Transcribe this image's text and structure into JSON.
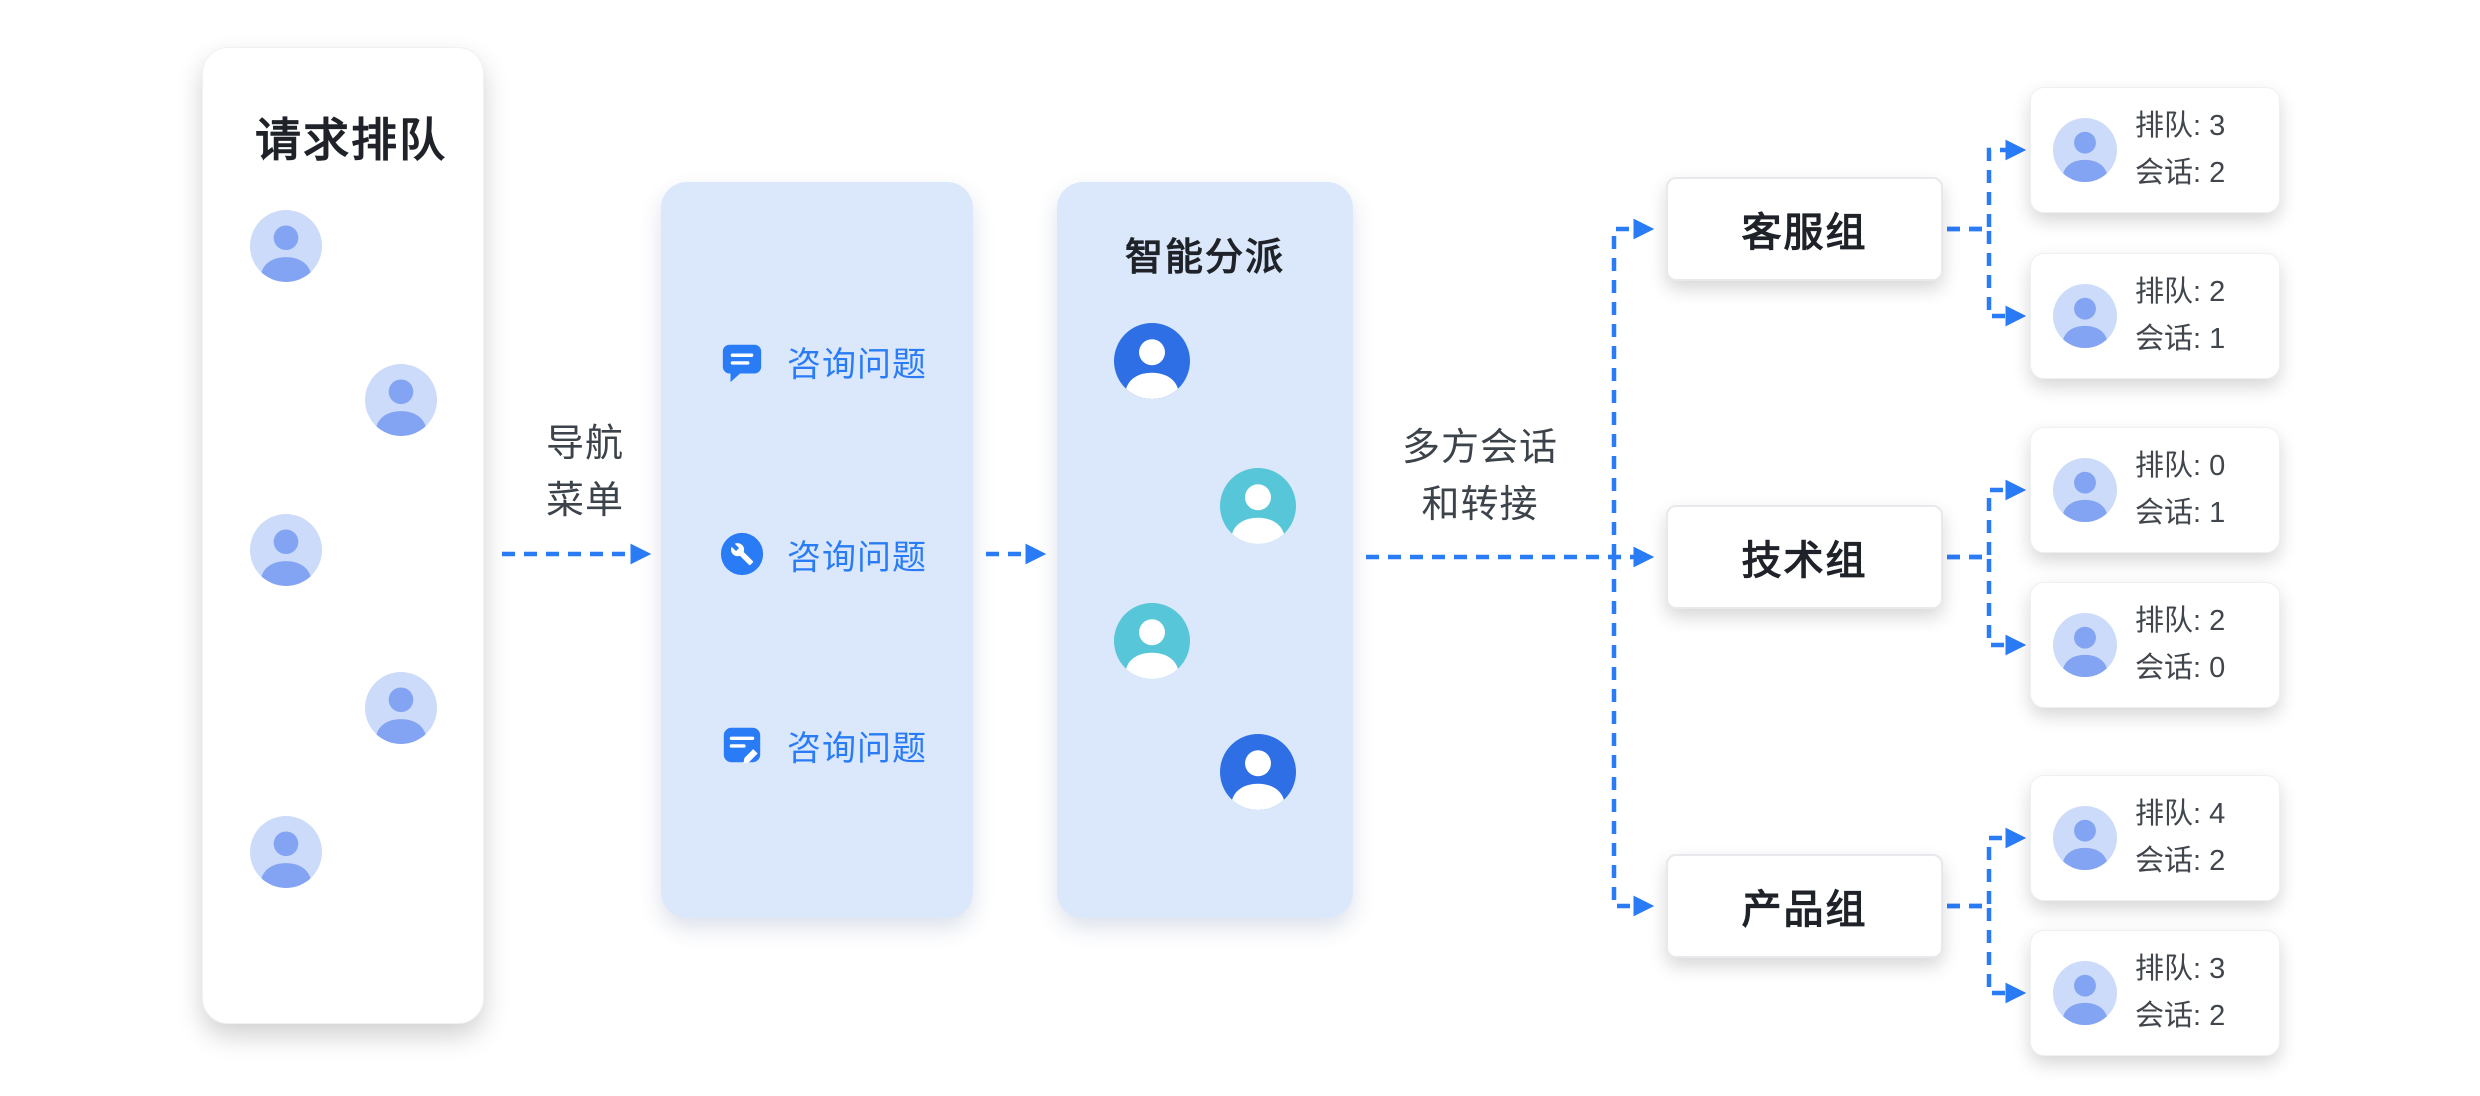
{
  "colors": {
    "accent_blue": "#2a7bf6",
    "panel_blue": "#dbe8fb",
    "avatar_light_bg": "#ccdbf9",
    "avatar_light_fg": "#83a4f2",
    "avatar_blue_bg": "#2e6fe6",
    "avatar_cyan_bg": "#57c6d8",
    "text_dark": "#1f2329",
    "text_gray": "#41464d"
  },
  "queue_panel": {
    "title": "请求排队"
  },
  "nav_arrow_label": {
    "line1": "导航",
    "line2": "菜单"
  },
  "menu_panel": {
    "items": [
      {
        "icon": "chat-message-icon",
        "label": "咨询问题"
      },
      {
        "icon": "wrench-icon",
        "label": "咨询问题"
      },
      {
        "icon": "form-edit-icon",
        "label": "咨询问题"
      }
    ]
  },
  "dispatch_panel": {
    "title": "智能分派"
  },
  "transfer_arrow_label": {
    "line1": "多方会话",
    "line2": "和转接"
  },
  "groups": [
    {
      "name": "客服组"
    },
    {
      "name": "技术组"
    },
    {
      "name": "产品组"
    }
  ],
  "agents": [
    {
      "queue": "排队: 3",
      "session": "会话: 2"
    },
    {
      "queue": "排队: 2",
      "session": "会话: 1"
    },
    {
      "queue": "排队: 0",
      "session": "会话: 1"
    },
    {
      "queue": "排队: 2",
      "session": "会话: 0"
    },
    {
      "queue": "排队: 4",
      "session": "会话: 2"
    },
    {
      "queue": "排队: 3",
      "session": "会话: 2"
    }
  ]
}
